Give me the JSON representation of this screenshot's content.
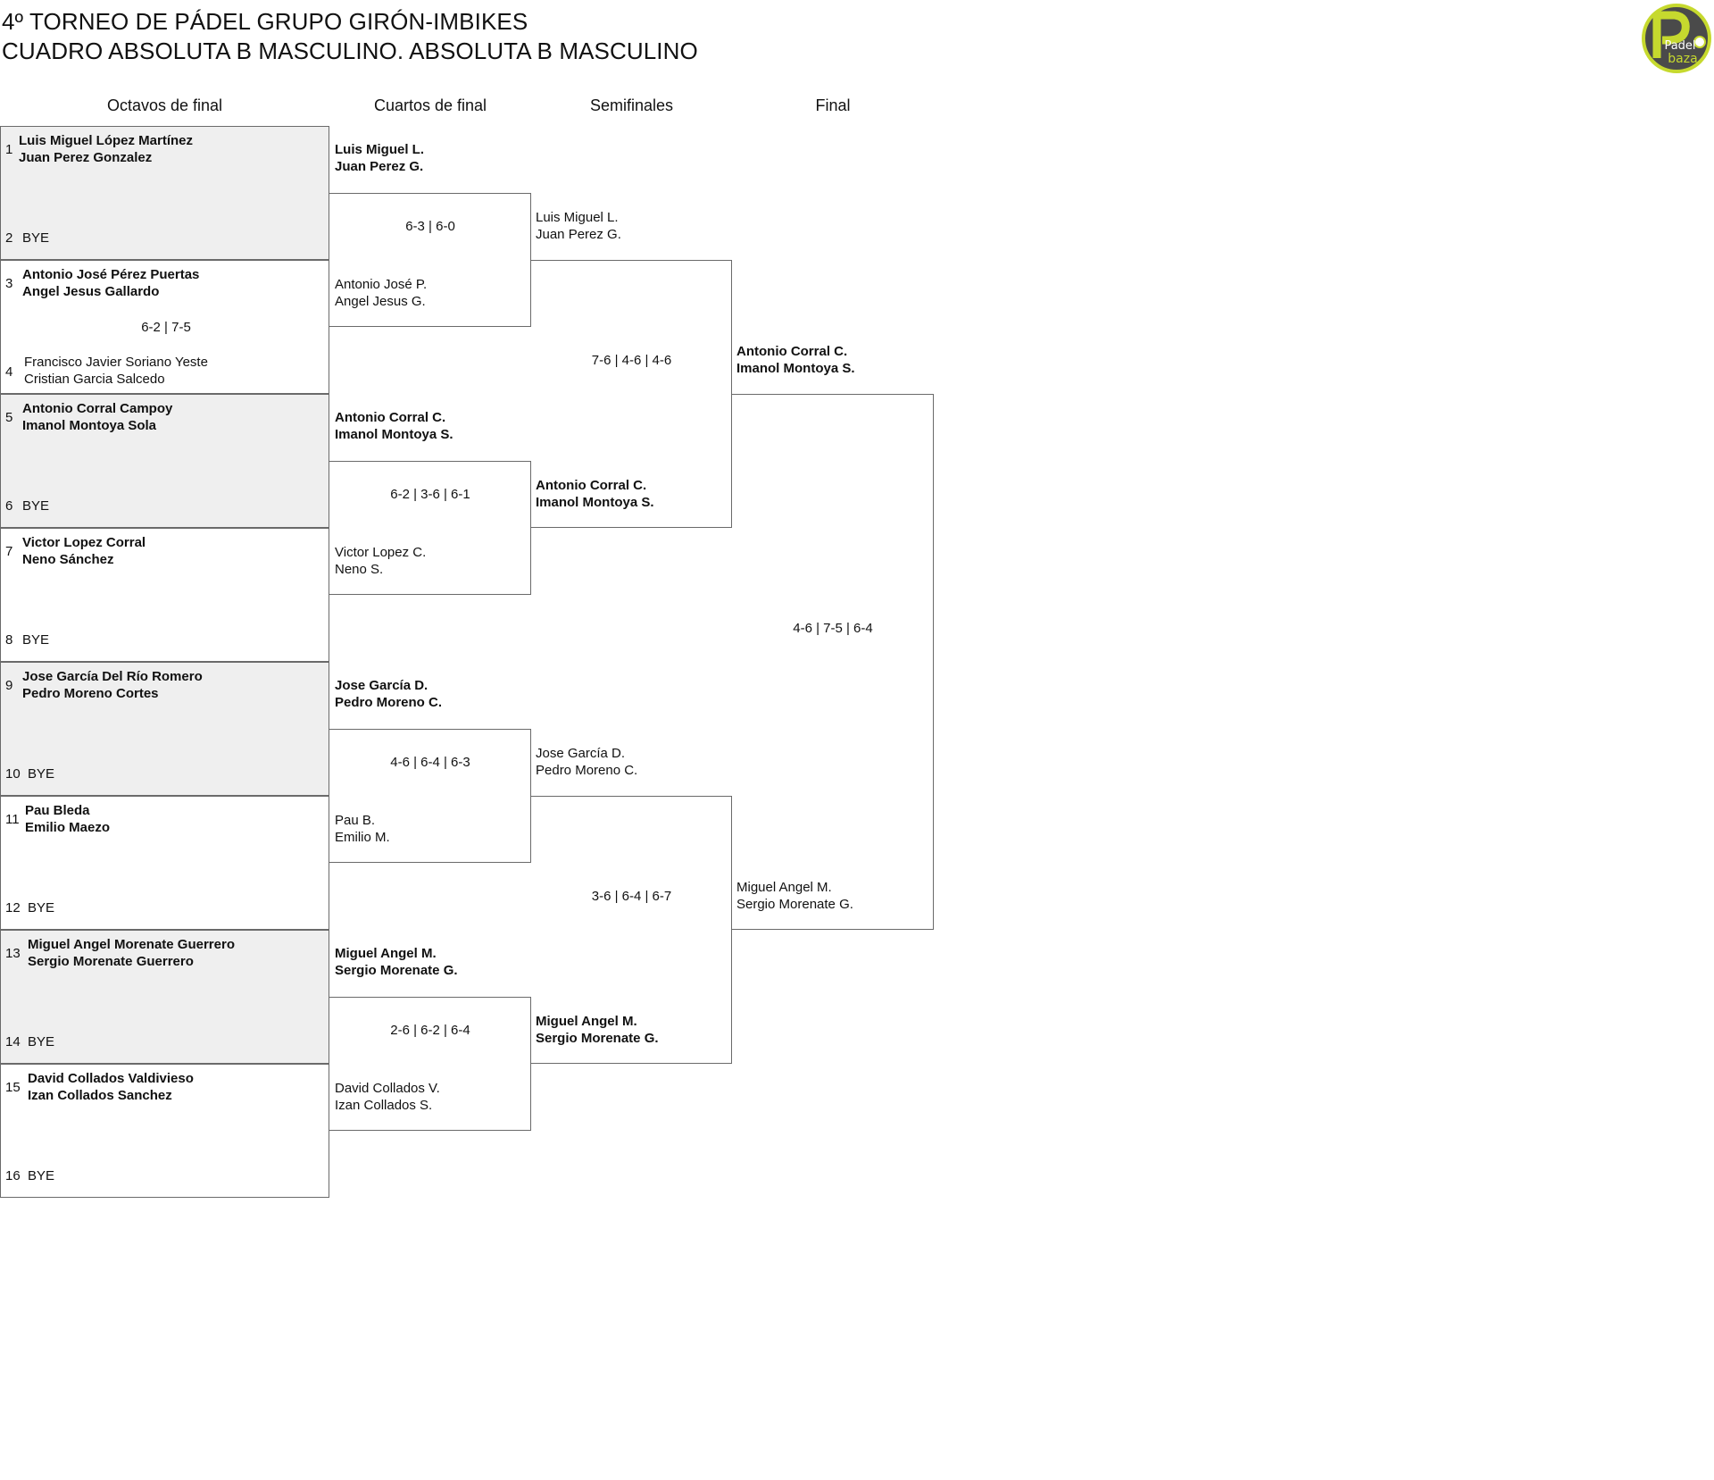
{
  "header": {
    "title_line1": "4º TORNEO DE PÁDEL GRUPO GIRÓN-IMBIKES",
    "title_line2": "CUADRO ABSOLUTA B MASCULINO. ABSOLUTA B MASCULINO",
    "logo_text_top": "Padel",
    "logo_text_bottom": "baza",
    "logo_color": "#c6d92e"
  },
  "rounds": {
    "r16": "Octavos de final",
    "qf": "Cuartos de final",
    "sf": "Semifinales",
    "final": "Final"
  },
  "r16": [
    {
      "s1": "1",
      "t1a": "Luis Miguel López Martínez",
      "t1b": "Juan Perez Gonzalez",
      "s2": "2",
      "t2a": "BYE",
      "t2b": "",
      "score": ""
    },
    {
      "s1": "3",
      "t1a": "Antonio José Pérez Puertas",
      "t1b": "Angel Jesus Gallardo",
      "s2": "4",
      "t2a": "Francisco Javier Soriano Yeste",
      "t2b": "Cristian Garcia Salcedo",
      "score": "6-2 | 7-5"
    },
    {
      "s1": "5",
      "t1a": "Antonio Corral Campoy",
      "t1b": "Imanol Montoya Sola",
      "s2": "6",
      "t2a": "BYE",
      "t2b": "",
      "score": ""
    },
    {
      "s1": "7",
      "t1a": "Victor Lopez Corral",
      "t1b": "Neno Sánchez",
      "s2": "8",
      "t2a": "BYE",
      "t2b": "",
      "score": ""
    },
    {
      "s1": "9",
      "t1a": "Jose García Del Río Romero",
      "t1b": "Pedro Moreno Cortes",
      "s2": "10",
      "t2a": "BYE",
      "t2b": "",
      "score": ""
    },
    {
      "s1": "11",
      "t1a": "Pau Bleda",
      "t1b": "Emilio Maezo",
      "s2": "12",
      "t2a": "BYE",
      "t2b": "",
      "score": ""
    },
    {
      "s1": "13",
      "t1a": "Miguel Angel Morenate Guerrero",
      "t1b": "Sergio Morenate Guerrero",
      "s2": "14",
      "t2a": "BYE",
      "t2b": "",
      "score": ""
    },
    {
      "s1": "15",
      "t1a": "David Collados Valdivieso",
      "t1b": "Izan Collados Sanchez",
      "s2": "16",
      "t2a": "BYE",
      "t2b": "",
      "score": ""
    }
  ],
  "qf": [
    {
      "t1a": "Luis Miguel L.",
      "t1b": "Juan Perez G.",
      "t2a": "Antonio José P.",
      "t2b": "Angel Jesus G.",
      "score": "6-3 | 6-0"
    },
    {
      "t1a": "Antonio Corral C.",
      "t1b": "Imanol Montoya S.",
      "t2a": "Victor Lopez C.",
      "t2b": "Neno S.",
      "score": "6-2 | 3-6 | 6-1"
    },
    {
      "t1a": "Jose García D.",
      "t1b": "Pedro Moreno C.",
      "t2a": "Pau B.",
      "t2b": "Emilio M.",
      "score": "4-6 | 6-4 | 6-3"
    },
    {
      "t1a": "Miguel Angel M.",
      "t1b": "Sergio Morenate G.",
      "t2a": "David Collados V.",
      "t2b": "Izan Collados S.",
      "score": "2-6 | 6-2 | 6-4"
    }
  ],
  "sf": [
    {
      "t1a": "Luis Miguel L.",
      "t1b": "Juan Perez G.",
      "t2a": "Antonio Corral C.",
      "t2b": "Imanol Montoya S.",
      "score": "7-6 | 4-6 | 4-6"
    },
    {
      "t1a": "Jose García D.",
      "t1b": "Pedro Moreno C.",
      "t2a": "Miguel Angel M.",
      "t2b": "Sergio Morenate G.",
      "score": "3-6 | 6-4 | 6-7"
    }
  ],
  "final": {
    "t1a": "Antonio Corral C.",
    "t1b": "Imanol Montoya S.",
    "t2a": "Miguel Angel M.",
    "t2b": "Sergio Morenate G.",
    "score": "4-6 | 7-5 | 6-4"
  }
}
